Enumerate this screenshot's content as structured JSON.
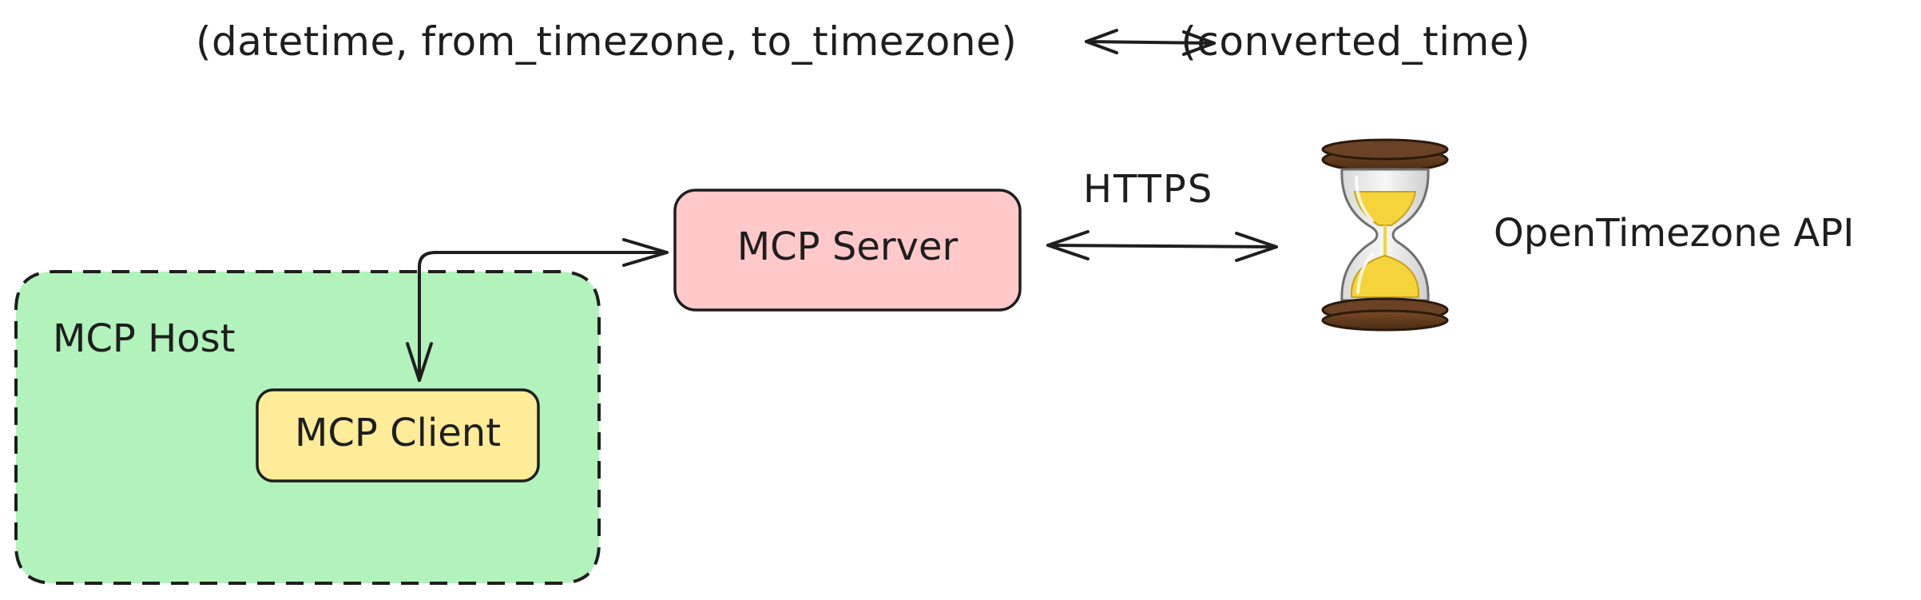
{
  "signature": {
    "inputs": "(datetime, from_timezone, to_timezone)",
    "outputs": "(converted_time)"
  },
  "nodes": {
    "host": {
      "label": "MCP Host",
      "fill": "#b2f2bb"
    },
    "client": {
      "label": "MCP Client",
      "fill": "#ffec99"
    },
    "server": {
      "label": "MCP Server",
      "fill": "#ffc9c9"
    },
    "api": {
      "label": "OpenTimezone API",
      "icon": "hourglass-icon"
    }
  },
  "edges": {
    "server_api": {
      "label": "HTTPS"
    }
  },
  "colors": {
    "stroke": "#1e1e1e",
    "hourglass_wood": "#5c3a1e",
    "hourglass_sand": "#f5d33a"
  }
}
